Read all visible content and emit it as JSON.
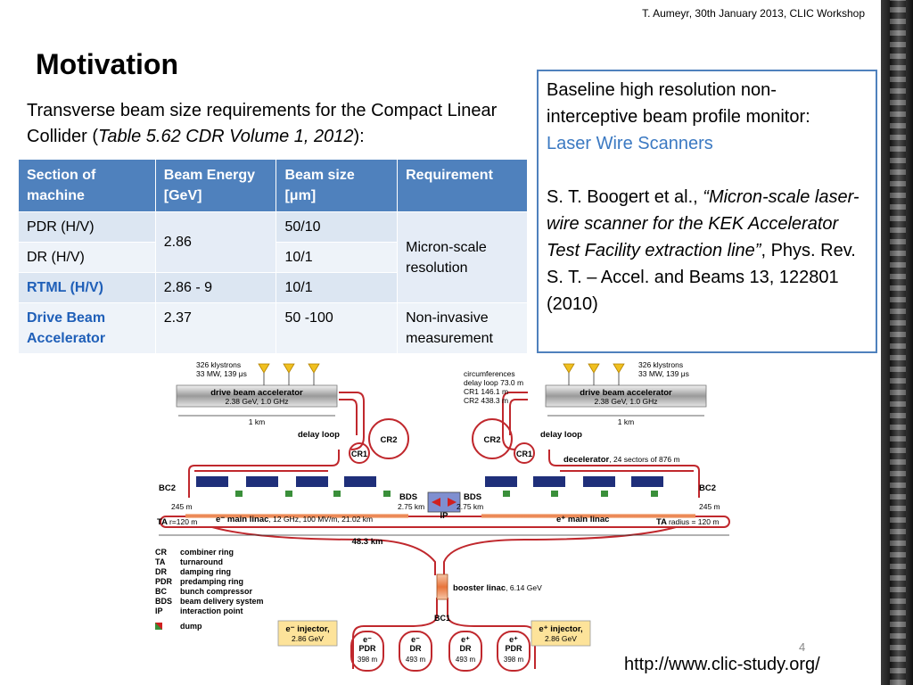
{
  "header": {
    "note": "T. Aumeyr, 30th January 2013, CLIC Workshop"
  },
  "title": "Motivation",
  "intro": {
    "lead": "Transverse beam size requirements for the Compact Linear Collider (",
    "ref": "Table 5.62 CDR Volume 1, 2012",
    "tail": "):"
  },
  "table": {
    "headers": [
      "Section of machine",
      "Beam Energy [GeV]",
      "Beam size [μm]",
      "Requirement"
    ],
    "rows": [
      {
        "section": "PDR (H/V)",
        "energy": "2.86",
        "size": "50/10",
        "req": "Micron-scale resolution"
      },
      {
        "section": "DR (H/V)",
        "size": "10/1"
      },
      {
        "section": "RTML (H/V)",
        "energy": "2.86 - 9",
        "size": "10/1"
      },
      {
        "section": "Drive Beam Accelerator",
        "energy": "2.37",
        "size": "50 -100",
        "req": "Non-invasive measurement"
      }
    ]
  },
  "infobox": {
    "line1": "Baseline high resolution non-interceptive beam profile monitor:",
    "link": "Laser Wire Scanners",
    "cite_authors": "S. T. Boogert et al., ",
    "cite_title": "“Micron-scale laser-wire scanner for the KEK Accelerator Test Facility extraction line”",
    "cite_journal": ", Phys. Rev. S. T. – Accel. and Beams 13, 122801 (2010)"
  },
  "diagram": {
    "left_klystrons": "326 klystrons",
    "left_klystrons_power": "33 MW, 139 μs",
    "right_klystrons": "326 klystrons",
    "right_klystrons_power": "33 MW, 139 μs",
    "dba_label": "drive beam accelerator",
    "dba_sub": "2.38 GeV, 1.0 GHz",
    "km1": "1 km",
    "circumferences": [
      "circumferences",
      "delay loop 73.0 m",
      "CR1 146.1 m",
      "CR2 438.3 m"
    ],
    "delay_loop": "delay loop",
    "cr1": "CR1",
    "cr2": "CR2",
    "decelerator": "decelerator",
    "decelerator_note": ", 24 sectors of 876 m",
    "bc2": "BC2",
    "bds": "BDS",
    "bds_len": "2.75 km",
    "ip": "IP",
    "m245": "245 m",
    "ta_left": "TA",
    "ta_left_r": "r=120 m",
    "ta_right": "TA",
    "ta_right_r": "radius = 120 m",
    "e_main_linac_left": "e⁻ main linac",
    "e_main_linac_left_note": ", 12 GHz, 100 MV/m, 21.02 km",
    "e_main_linac_right": "e⁺ main linac",
    "total_length": "48.3 km",
    "legend": [
      {
        "abbr": "CR",
        "desc": "combiner ring"
      },
      {
        "abbr": "TA",
        "desc": "turnaround"
      },
      {
        "abbr": "DR",
        "desc": "damping ring"
      },
      {
        "abbr": "PDR",
        "desc": "predamping ring"
      },
      {
        "abbr": "BC",
        "desc": "bunch compressor"
      },
      {
        "abbr": "BDS",
        "desc": "beam delivery system"
      },
      {
        "abbr": "IP",
        "desc": "interaction point"
      },
      {
        "abbr": "",
        "desc": "dump"
      }
    ],
    "booster": "booster linac",
    "booster_note": ", 6.14 GeV",
    "bc1": "BC1",
    "e_minus_injector": "e⁻ injector,",
    "e_minus_injector_e": "2.86 GeV",
    "e_plus_injector": "e⁺ injector,",
    "e_plus_injector_e": "2.86 GeV",
    "rings": [
      {
        "top": "e⁻",
        "name": "PDR",
        "len": "398 m"
      },
      {
        "top": "e⁻",
        "name": "DR",
        "len": "493 m"
      },
      {
        "top": "e⁺",
        "name": "DR",
        "len": "493 m"
      },
      {
        "top": "e⁺",
        "name": "PDR",
        "len": "398 m"
      }
    ]
  },
  "page_number": "4",
  "url": "http://www.clic-study.org/",
  "colors": {
    "accent": "#4f81bd",
    "beam": "#c0282d",
    "link": "#3b79c2"
  }
}
